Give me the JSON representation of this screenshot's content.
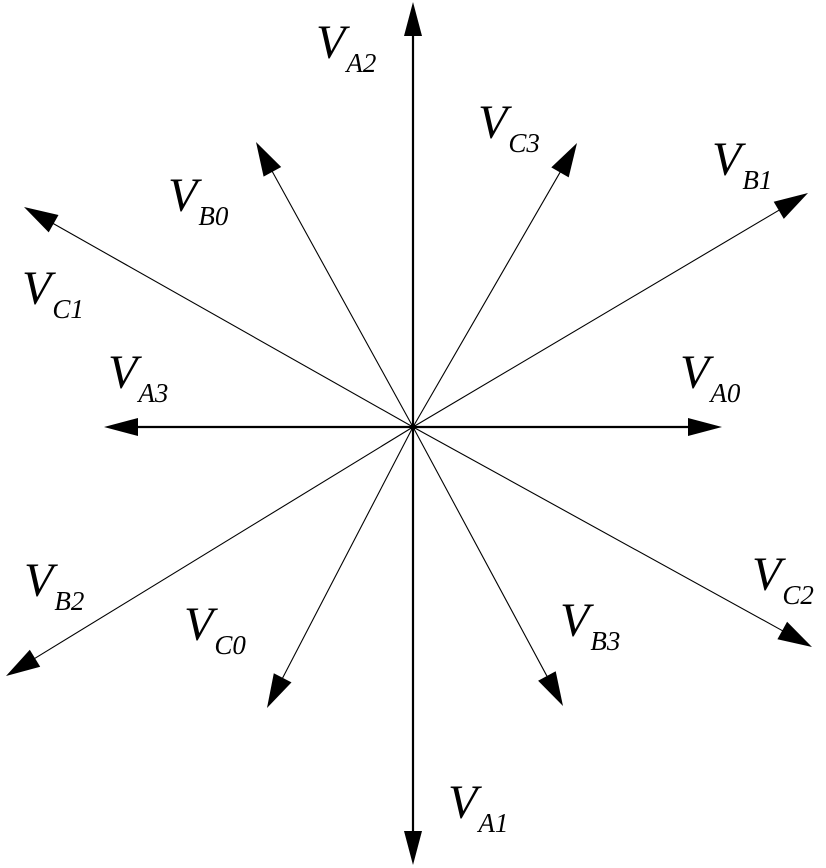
{
  "diagram": {
    "vectors": [
      {
        "id": "A0",
        "angle_deg": 0,
        "letter": "V",
        "subscript": "A0"
      },
      {
        "id": "B1",
        "angle_deg": 30,
        "letter": "V",
        "subscript": "B1"
      },
      {
        "id": "C3",
        "angle_deg": 60,
        "letter": "V",
        "subscript": "C3"
      },
      {
        "id": "A2",
        "angle_deg": 90,
        "letter": "V",
        "subscript": "A2"
      },
      {
        "id": "B0",
        "angle_deg": 120,
        "letter": "V",
        "subscript": "B0"
      },
      {
        "id": "C1",
        "angle_deg": 150,
        "letter": "V",
        "subscript": "C1"
      },
      {
        "id": "A3",
        "angle_deg": 180,
        "letter": "V",
        "subscript": "A3"
      },
      {
        "id": "B2",
        "angle_deg": 210,
        "letter": "V",
        "subscript": "B2"
      },
      {
        "id": "C0",
        "angle_deg": 240,
        "letter": "V",
        "subscript": "C0"
      },
      {
        "id": "A1",
        "angle_deg": 270,
        "letter": "V",
        "subscript": "A1"
      },
      {
        "id": "B3",
        "angle_deg": 300,
        "letter": "V",
        "subscript": "B3"
      },
      {
        "id": "C2",
        "angle_deg": 330,
        "letter": "V",
        "subscript": "C2"
      }
    ]
  }
}
